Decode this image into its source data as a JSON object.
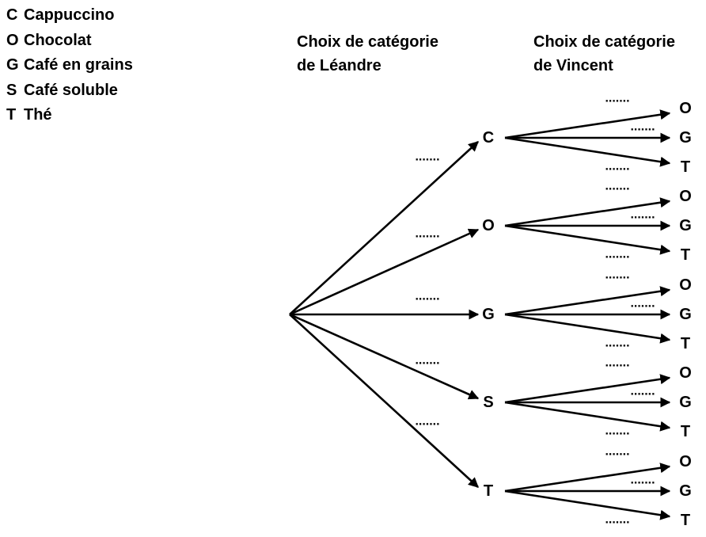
{
  "legend": [
    {
      "key": "C",
      "label": "Cappuccino"
    },
    {
      "key": "O",
      "label": "Chocolat"
    },
    {
      "key": "G",
      "label": "Café en grains"
    },
    {
      "key": "S",
      "label": "Café soluble"
    },
    {
      "key": "T",
      "label": "Thé"
    }
  ],
  "headers": {
    "leandre_line1": "Choix de catégorie",
    "leandre_line2": "de Léandre",
    "vincent_line1": "Choix de catégorie",
    "vincent_line2": "de Vincent"
  },
  "tree": {
    "placeholder": ".......",
    "first_level": [
      "C",
      "O",
      "G",
      "S",
      "T"
    ],
    "second_level": [
      "O",
      "G",
      "T"
    ]
  }
}
